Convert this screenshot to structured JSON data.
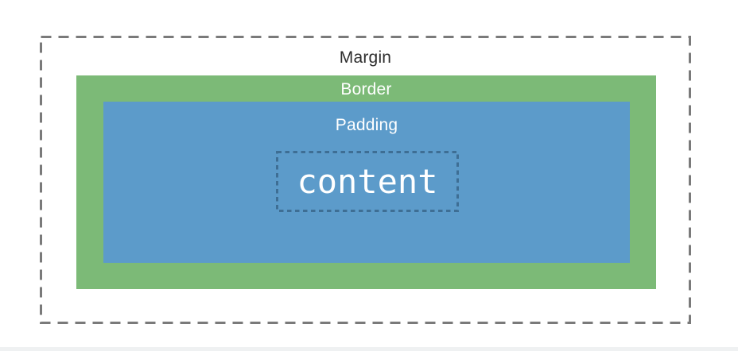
{
  "box_model": {
    "margin_label": "Margin",
    "border_label": "Border",
    "padding_label": "Padding",
    "content_label": "content"
  },
  "colors": {
    "margin_dash": "#7a7a7a",
    "border_fill": "#7cba77",
    "padding_fill": "#5c9bca",
    "content_dash": "#3e6e94",
    "margin_text": "#2e2e2e",
    "inner_label_text": "#ffffff",
    "background": "#ffffff"
  }
}
